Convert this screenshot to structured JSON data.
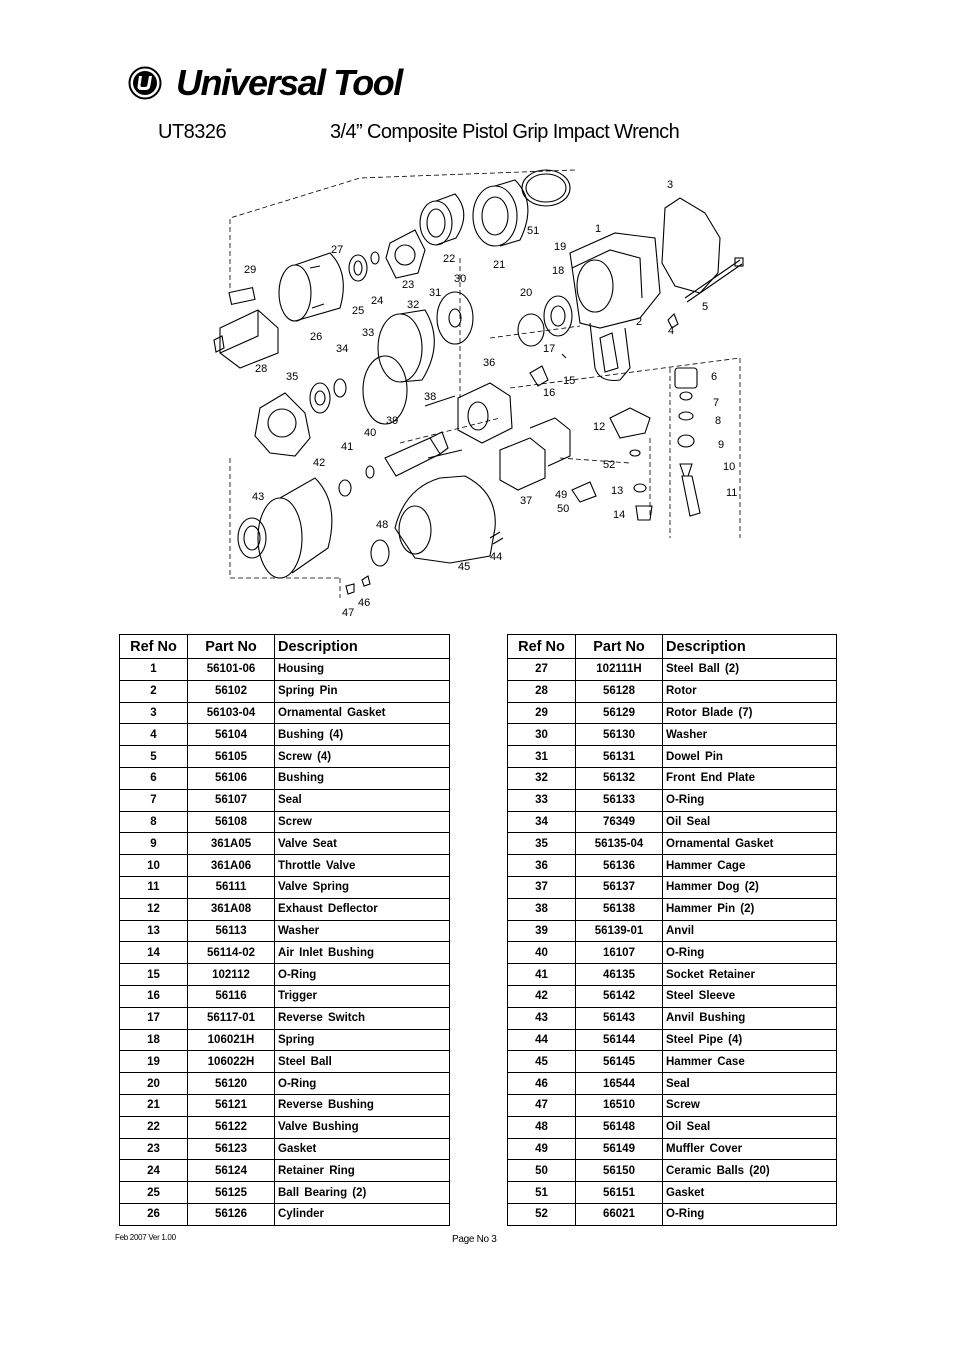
{
  "brand": {
    "name": "Universal Tool",
    "logo_letter": "U"
  },
  "header": {
    "model": "UT8326",
    "title": "3/4” Composite Pistol Grip Impact Wrench"
  },
  "diagram": {
    "labels": [
      "1",
      "2",
      "3",
      "4",
      "5",
      "6",
      "7",
      "8",
      "9",
      "10",
      "11",
      "12",
      "13",
      "14",
      "15",
      "16",
      "17",
      "18",
      "19",
      "20",
      "21",
      "22",
      "23",
      "24",
      "25",
      "26",
      "27",
      "28",
      "29",
      "30",
      "31",
      "32",
      "33",
      "34",
      "35",
      "36",
      "37",
      "38",
      "39",
      "40",
      "41",
      "42",
      "43",
      "44",
      "45",
      "46",
      "47",
      "48",
      "49",
      "50",
      "51",
      "52"
    ]
  },
  "table": {
    "headers": [
      "Ref No",
      "Part No",
      "Description"
    ],
    "left": [
      [
        "1",
        "56101-06",
        "Housing"
      ],
      [
        "2",
        "56102",
        "Spring Pin"
      ],
      [
        "3",
        "56103-04",
        "Ornamental Gasket"
      ],
      [
        "4",
        "56104",
        "Bushing (4)"
      ],
      [
        "5",
        "56105",
        "Screw (4)"
      ],
      [
        "6",
        "56106",
        "Bushing"
      ],
      [
        "7",
        "56107",
        "Seal"
      ],
      [
        "8",
        "56108",
        "Screw"
      ],
      [
        "9",
        "361A05",
        "Valve Seat"
      ],
      [
        "10",
        "361A06",
        "Throttle Valve"
      ],
      [
        "11",
        "56111",
        "Valve Spring"
      ],
      [
        "12",
        "361A08",
        "Exhaust Deflector"
      ],
      [
        "13",
        "56113",
        "Washer"
      ],
      [
        "14",
        "56114-02",
        "Air Inlet Bushing"
      ],
      [
        "15",
        "102112",
        "O-Ring"
      ],
      [
        "16",
        "56116",
        "Trigger"
      ],
      [
        "17",
        "56117-01",
        "Reverse Switch"
      ],
      [
        "18",
        "106021H",
        "Spring"
      ],
      [
        "19",
        "106022H",
        "Steel Ball"
      ],
      [
        "20",
        "56120",
        "O-Ring"
      ],
      [
        "21",
        "56121",
        "Reverse Bushing"
      ],
      [
        "22",
        "56122",
        "Valve Bushing"
      ],
      [
        "23",
        "56123",
        "Gasket"
      ],
      [
        "24",
        "56124",
        "Retainer Ring"
      ],
      [
        "25",
        "56125",
        "Ball Bearing (2)"
      ],
      [
        "26",
        "56126",
        "Cylinder"
      ]
    ],
    "right": [
      [
        "27",
        "102111H",
        "Steel Ball (2)"
      ],
      [
        "28",
        "56128",
        "Rotor"
      ],
      [
        "29",
        "56129",
        "Rotor Blade (7)"
      ],
      [
        "30",
        "56130",
        "Washer"
      ],
      [
        "31",
        "56131",
        "Dowel Pin"
      ],
      [
        "32",
        "56132",
        "Front End Plate"
      ],
      [
        "33",
        "56133",
        "O-Ring"
      ],
      [
        "34",
        "76349",
        "Oil Seal"
      ],
      [
        "35",
        "56135-04",
        "Ornamental Gasket"
      ],
      [
        "36",
        "56136",
        "Hammer Cage"
      ],
      [
        "37",
        "56137",
        "Hammer Dog (2)"
      ],
      [
        "38",
        "56138",
        "Hammer Pin (2)"
      ],
      [
        "39",
        "56139-01",
        "Anvil"
      ],
      [
        "40",
        "16107",
        "O-Ring"
      ],
      [
        "41",
        "46135",
        "Socket Retainer"
      ],
      [
        "42",
        "56142",
        "Steel Sleeve"
      ],
      [
        "43",
        "56143",
        "Anvil Bushing"
      ],
      [
        "44",
        "56144",
        "Steel Pipe (4)"
      ],
      [
        "45",
        "56145",
        "Hammer Case"
      ],
      [
        "46",
        "16544",
        "Seal"
      ],
      [
        "47",
        "16510",
        "Screw"
      ],
      [
        "48",
        "56148",
        "Oil Seal"
      ],
      [
        "49",
        "56149",
        "Muffler Cover"
      ],
      [
        "50",
        "56150",
        "Ceramic Balls (20)"
      ],
      [
        "51",
        "56151",
        "Gasket"
      ],
      [
        "52",
        "66021",
        "O-Ring"
      ]
    ]
  },
  "footer": {
    "version": "Feb 2007 Ver 1.00",
    "page": "Page No 3"
  }
}
